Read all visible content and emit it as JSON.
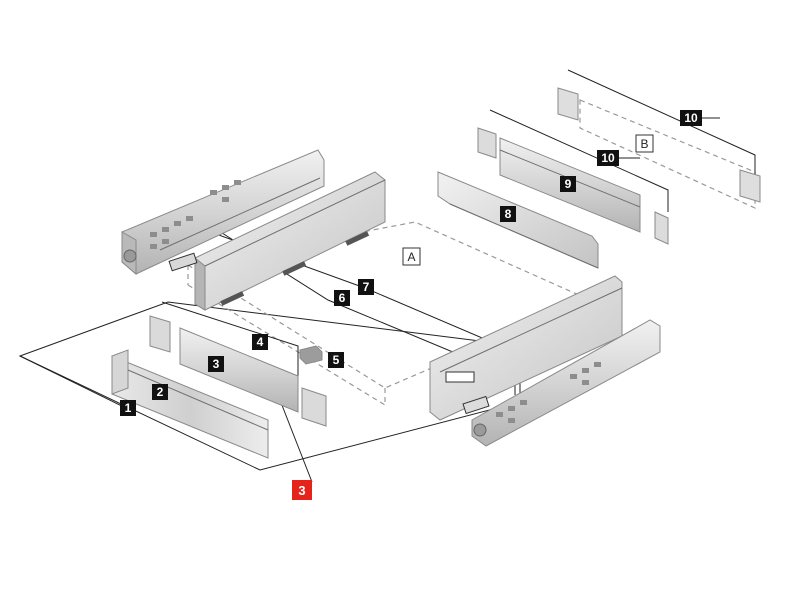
{
  "colors": {
    "metal_light": "#e4e4e4",
    "metal_mid": "#c9c9c9",
    "metal_dark": "#a7a7a7",
    "label_dark": "#111111",
    "highlight_red": "#e5231b"
  },
  "labels": {
    "part_1": "1",
    "part_2": "2",
    "part_3": "3",
    "part_4": "4",
    "part_5": "5",
    "part_6": "6",
    "part_7": "7",
    "part_8": "8",
    "part_9": "9",
    "part_10_top": "10",
    "part_10_mid": "10",
    "area_a": "A",
    "area_b": "B",
    "highlight": "3"
  }
}
